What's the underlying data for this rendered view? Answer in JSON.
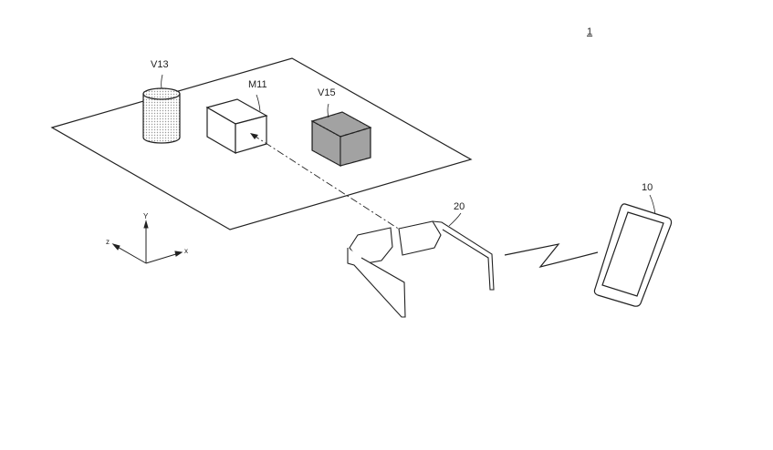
{
  "figure": {
    "number": "1",
    "labels": {
      "cylinder": "V13",
      "real_object": "M11",
      "virtual_cube": "V15",
      "glasses": "20",
      "phone": "10"
    },
    "axes": {
      "y": "Y",
      "x": "x",
      "z": "z"
    }
  }
}
